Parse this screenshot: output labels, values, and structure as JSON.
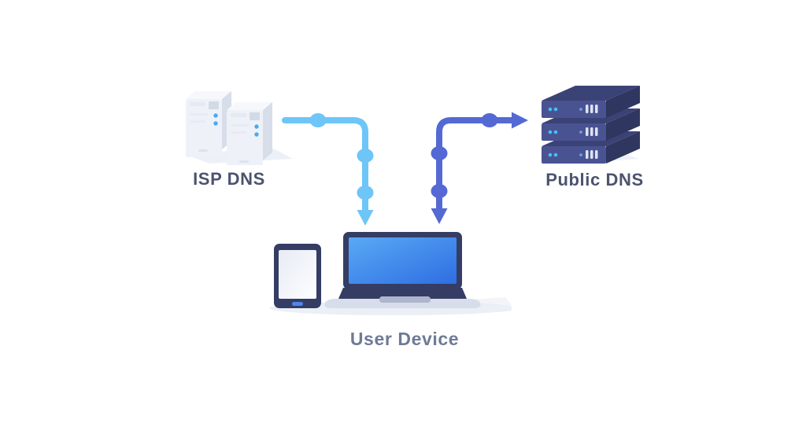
{
  "diagram": {
    "type": "network-diagram",
    "nodes": [
      {
        "id": "isp-dns",
        "label": "ISP DNS",
        "icon": "tower-servers-icon"
      },
      {
        "id": "public-dns",
        "label": "Public DNS",
        "icon": "server-stack-icon"
      },
      {
        "id": "user-device",
        "label": "User Device",
        "icon": "laptop-tablet-icon"
      }
    ],
    "edges": [
      {
        "from": "ISP DNS",
        "to": "User Device",
        "color": "#6ec5f7",
        "arrowheads": [
          "end"
        ],
        "dots": 3,
        "path": "right-then-down"
      },
      {
        "from": "User Device",
        "to": "Public DNS",
        "color": "#5569d4",
        "arrowheads": [
          "start",
          "end"
        ],
        "dots": 3,
        "path": "up-then-right"
      }
    ]
  },
  "colors": {
    "background": "#ffffff",
    "sky_line": "#6ec5f7",
    "indigo_line": "#5569d4",
    "label_dark": "#4c536f",
    "label_muted": "#707a96",
    "shadow": "#e9edf5",
    "device_dark": "#353d64",
    "laptop_screen_top": "#59a9f5",
    "laptop_screen_bottom": "#2e6ee2",
    "laptop_base": "#d8ddeb",
    "trackpad": "#aeb6cc",
    "tablet_screen_top": "#fdfeff",
    "tablet_screen_bottom": "#e7ebf4",
    "home_button": "#4e86ec",
    "tower_front": "#eef2f8",
    "tower_top": "#f6f8fc",
    "tower_side": "#d7dde9",
    "tower_label": "#e4e9f2",
    "tower_vent": "#d2dae6",
    "tower_line": "#e7ebf3",
    "tower_led": "#4ba9ec",
    "tower_slot": "#dde3ee",
    "rack_front": "#4a5392",
    "rack_top": "#3b4276",
    "rack_side": "#2f365f",
    "rack_led_cyan": "#45c0f5",
    "rack_led_blue": "#6fa8e8",
    "rack_bars": "#dee3f2"
  }
}
